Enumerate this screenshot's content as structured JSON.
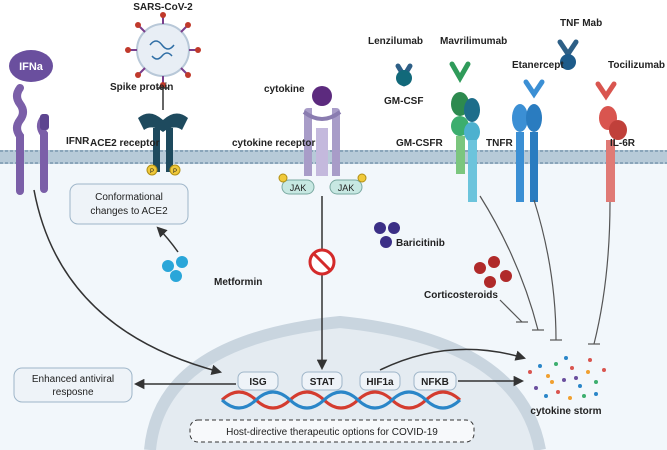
{
  "labels": {
    "sars": "SARS-CoV-2",
    "spike": "Spike protein",
    "ace2": "ACE2 receptor",
    "ifna": "IFNa",
    "ifnr": "IFNR",
    "conformational_1": "Conformational",
    "conformational_2": "changes to ACE2",
    "metformin": "Metformin",
    "cytokine": "cytokine",
    "cytokine_receptor": "cytokine receptor",
    "jak_left": "JAK",
    "jak_right": "JAK",
    "phospho": "P",
    "baricitinib": "Baricitinib",
    "lenzilumab": "Lenzilumab",
    "gmcsf": "GM-CSF",
    "gmcsfr": "GM-CSFR",
    "mavrilimumab": "Mavrilimumab",
    "etanercept": "Etanercept",
    "tnf_mab": "TNF Mab",
    "tnfr": "TNFR",
    "tocilizumab": "Tocilizumab",
    "il6r": "IL-6R",
    "corticosteroids": "Corticosteroids",
    "enhanced_1": "Enhanced antiviral",
    "enhanced_2": "resposne",
    "isg": "ISG",
    "stat": "STAT",
    "hif1a": "HIF1a",
    "nfkb": "NFKB",
    "cytokine_storm": "cytokine storm",
    "footer": "Host-directive therapeutic options for COVID-19"
  },
  "colors": {
    "membrane": "#9ab4c8",
    "cytoplasm": "#f1f6fa",
    "nucleus": "#e6edf2",
    "ifnr": "#7b5fa8",
    "ace2": "#1e4a5e",
    "cytokine_receptor": "#a89cc8",
    "gmcsfr_green": "#3cae6e",
    "gmcsfr_blue": "#4db1cf",
    "tnfr": "#3b8fd4",
    "il6r": "#d9554f",
    "dna_red": "#d43c2f",
    "dna_blue": "#2a86c8",
    "inhibit": "#d42a2a"
  }
}
